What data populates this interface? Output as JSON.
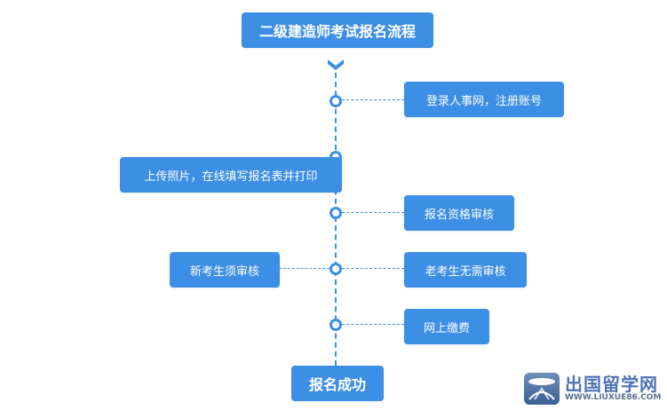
{
  "title": "二级建造师考试报名流程",
  "steps": [
    {
      "label": "登录人事网，注册账号"
    },
    {
      "label": "上传照片，在线填写报名表并打印"
    },
    {
      "label": "报名资格审核"
    },
    {
      "label": "新考生须审核"
    },
    {
      "label": "老考生无需审核"
    },
    {
      "label": "网上缴费"
    }
  ],
  "final": "报名成功",
  "watermark": {
    "name": "出国留学网",
    "url": "WWW.LIUXUE86.COM"
  },
  "colors": {
    "accent": "#3d8fe6",
    "text": "#ffffff"
  }
}
